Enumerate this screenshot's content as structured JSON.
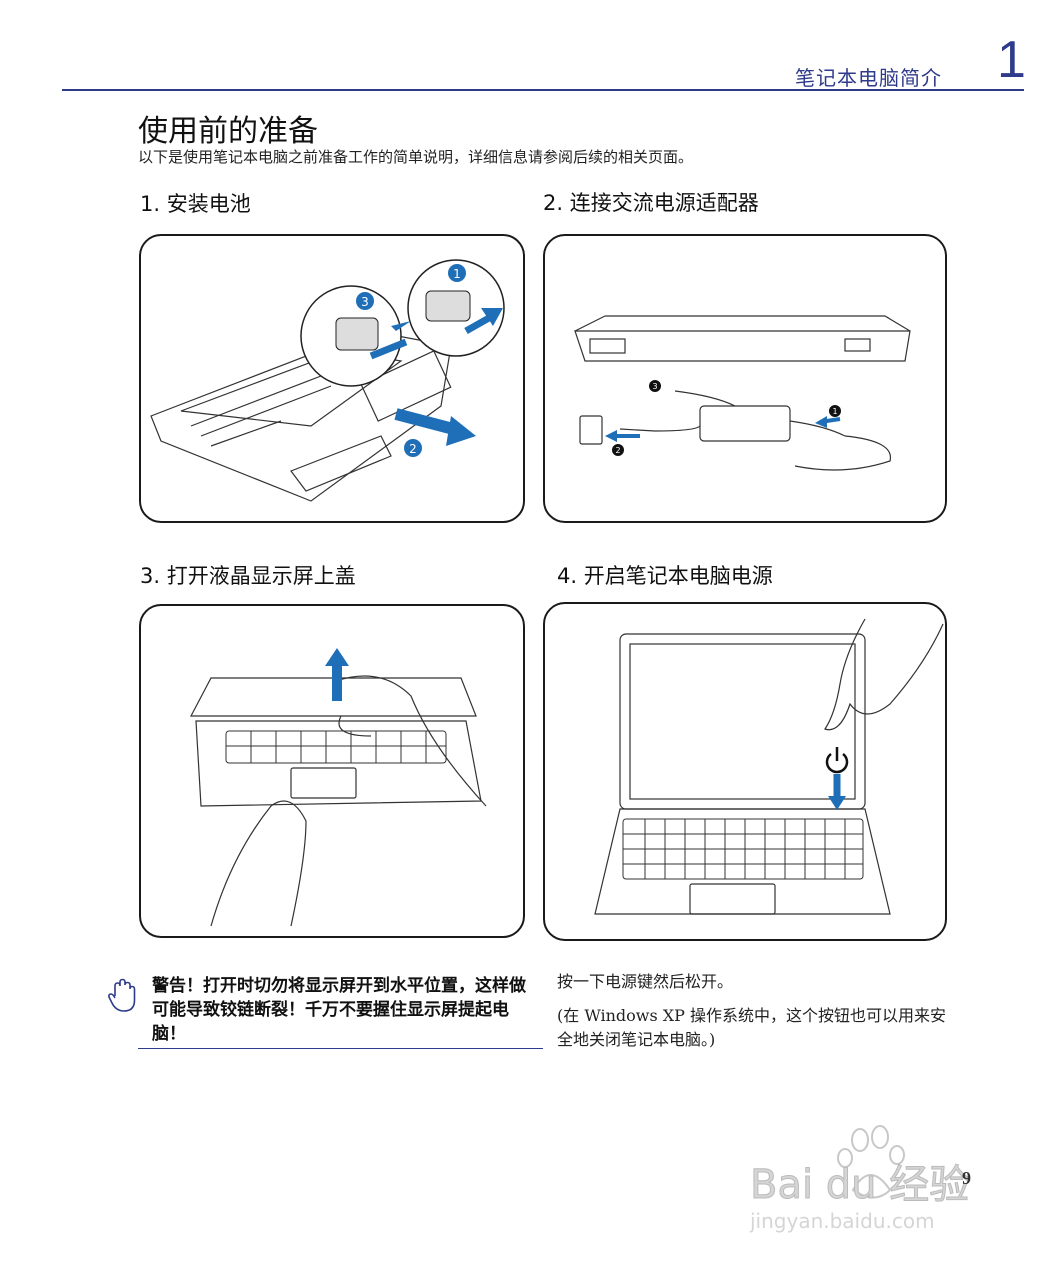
{
  "header": {
    "section": "笔记本电脑简介",
    "chapter": "1"
  },
  "title": "使用前的准备",
  "subtitle": "以下是使用笔记本电脑之前准备工作的简单说明，详细信息请参阅后续的相关页面。",
  "steps": [
    {
      "label": "1. 安装电池",
      "badges": [
        "1",
        "2",
        "3"
      ]
    },
    {
      "label": "2. 连接交流电源适配器",
      "badges": [
        "1",
        "2",
        "3"
      ]
    },
    {
      "label": "3. 打开液晶显示屏上盖"
    },
    {
      "label": "4. 开启笔记本电脑电源"
    }
  ],
  "warning": "警告！打开时切勿将显示屏开到水平位置，这样做可能导致铰链断裂！千万不要握住显示屏提起电脑！",
  "notes": {
    "press": "按一下电源键然后松开。",
    "detail": "(在 Windows XP 操作系统中，这个按钮也可以用来安全地关闭笔记本电脑。)"
  },
  "page_number": "9",
  "watermark": {
    "brand": "Bai du 经验",
    "url": "jingyan.baidu.com"
  },
  "colors": {
    "accent": "#2e3a8c",
    "arrow": "#1f6fb8"
  },
  "icons": [
    "hand-warning-icon",
    "power-icon"
  ]
}
